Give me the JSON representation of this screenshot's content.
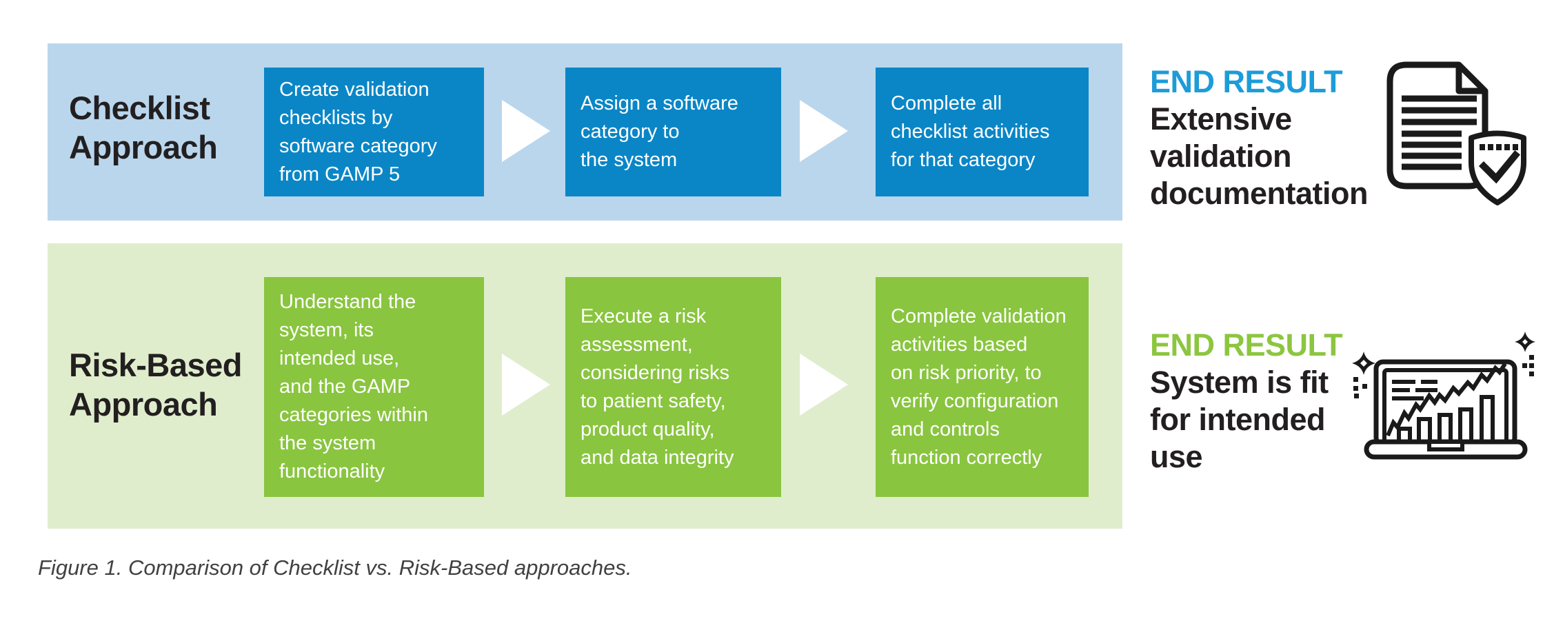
{
  "figure": {
    "caption": "Figure 1. Comparison of Checklist vs. Risk-Based approaches."
  },
  "colors": {
    "checklist_band": "#b9d6ed",
    "checklist_box": "#0a86c6",
    "risk_band": "#dfedcc",
    "risk_box": "#89c53f",
    "end_result_blue": "#1d9cd9",
    "end_result_green": "#8cc63f",
    "dark_text": "#231f20",
    "box_text": "#ffffff"
  },
  "rows": [
    {
      "label": "Checklist\nApproach",
      "steps": [
        {
          "text": "Create validation\nchecklists by\nsoftware category\nfrom GAMP 5"
        },
        {
          "text": "Assign a software\ncategory to\nthe system"
        },
        {
          "text": "Complete all\nchecklist activities\nfor that category"
        }
      ],
      "end_result": {
        "heading": "END RESULT",
        "body": "Extensive\nvalidation\ndocumentation",
        "icon": "document-shield-check-icon"
      }
    },
    {
      "label": "Risk-Based\nApproach",
      "steps": [
        {
          "text": "Understand the\nsystem, its\nintended use,\nand the GAMP\ncategories within\nthe system\nfunctionality"
        },
        {
          "text": "Execute a risk\nassessment,\nconsidering risks\nto patient safety,\nproduct quality,\nand data integrity"
        },
        {
          "text": "Complete validation\nactivities based\non risk priority, to\nverify configuration\nand controls\nfunction correctly"
        }
      ],
      "end_result": {
        "heading": "END RESULT",
        "body": "System is fit\nfor intended\nuse",
        "icon": "laptop-analytics-icon"
      }
    }
  ]
}
